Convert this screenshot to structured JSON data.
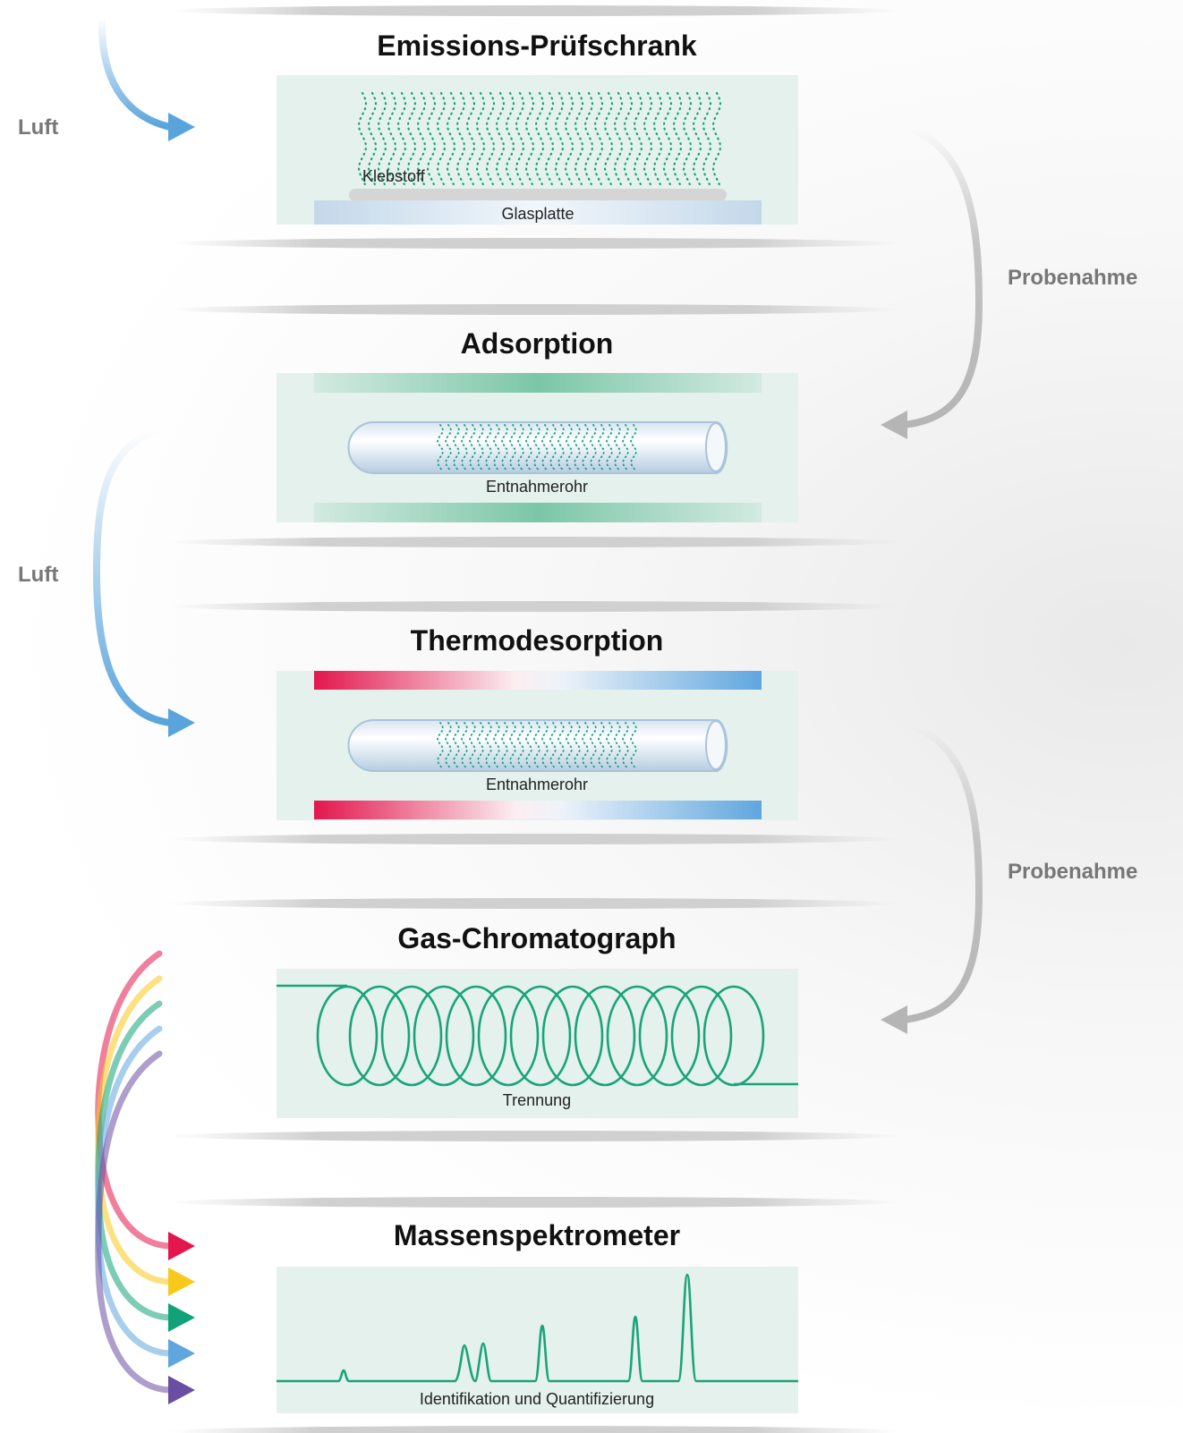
{
  "colors": {
    "panel_bg": "#e4f1ec",
    "teal": "#1aa37a",
    "air_blue": "#5aa4dc",
    "sampling_gray": "#b9b9b9",
    "hot_red": "#e3164d",
    "cold_blue": "#5fa6de",
    "arrow_colors": [
      "#e3164d",
      "#f7c91c",
      "#12a27a",
      "#5fa6de",
      "#6a4ea2"
    ]
  },
  "side_labels": {
    "air_1": "Luft",
    "air_2": "Luft",
    "sampling_1": "Probenahme",
    "sampling_2": "Probenahme"
  },
  "stages": [
    {
      "id": "chamber",
      "title": "Emissions-Prüfschrank",
      "labels": {
        "adhesive": "Klebstoff",
        "plate": "Glasplatte"
      }
    },
    {
      "id": "adsorption",
      "title": "Adsorption",
      "labels": {
        "tube": "Entnahmerohr"
      }
    },
    {
      "id": "thermodesorption",
      "title": "Thermodesorption",
      "labels": {
        "tube": "Entnahmerohr"
      }
    },
    {
      "id": "gc",
      "title": "Gas-Chromatograph",
      "labels": {
        "separation": "Trennung"
      }
    },
    {
      "id": "ms",
      "title": "Massenspektrometer",
      "labels": {
        "result": "Identifikation und Quantifizierung"
      }
    }
  ]
}
